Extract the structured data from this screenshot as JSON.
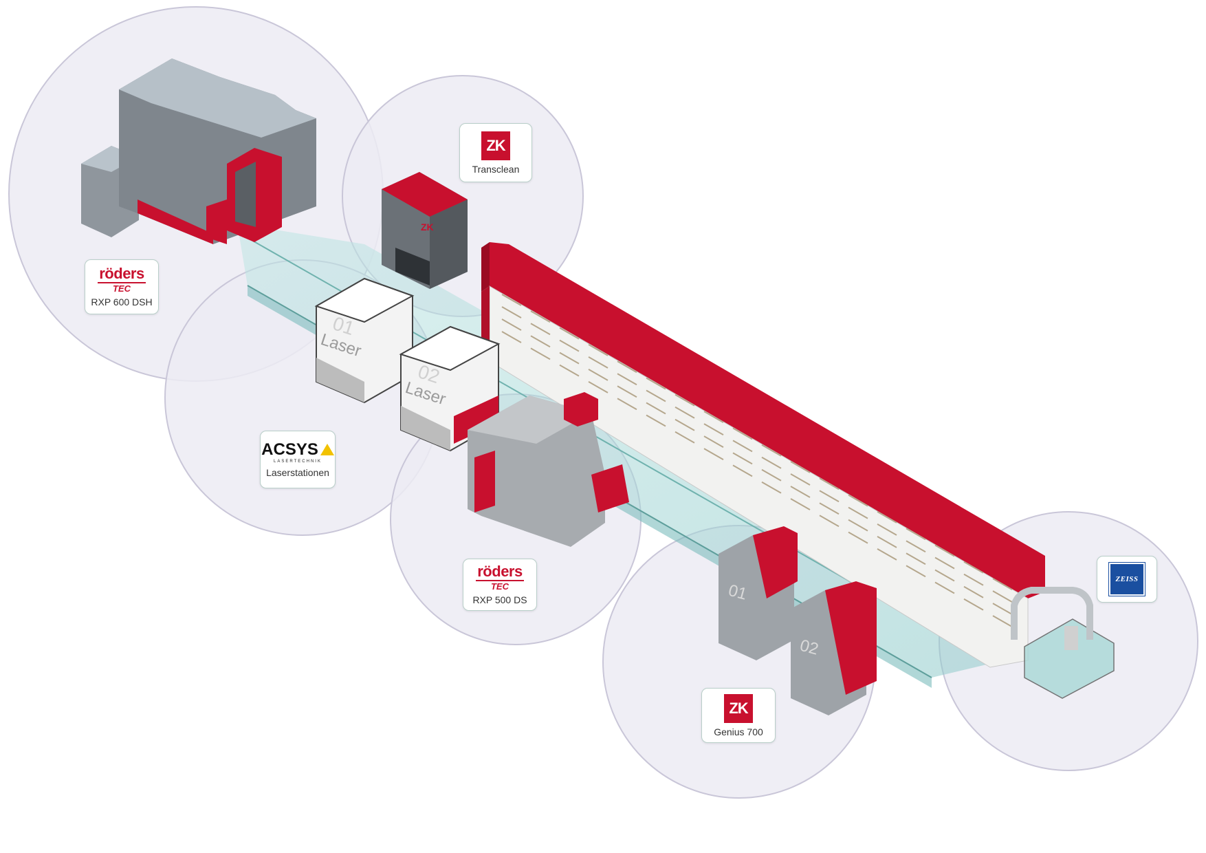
{
  "diagram": {
    "stations": [
      {
        "id": "roders-rxp600",
        "logo": "roders-tec-logo",
        "logo_text_top": "röders",
        "logo_text_bottom": "TEC",
        "caption": "RXP 600 DSH"
      },
      {
        "id": "zk-transclean",
        "logo": "zk-logo",
        "logo_text": "ZK",
        "caption": "Transclean"
      },
      {
        "id": "acsys-laser",
        "logo": "acsys-logo",
        "logo_text": "ACSYS",
        "logo_subtext": "LASERTECHNIK",
        "caption": "Laserstationen"
      },
      {
        "id": "roders-rxp500",
        "logo": "roders-tec-logo",
        "logo_text_top": "röders",
        "logo_text_bottom": "TEC",
        "caption": "RXP 500 DS"
      },
      {
        "id": "zk-genius",
        "logo": "zk-logo",
        "logo_text": "ZK",
        "caption": "Genius 700"
      },
      {
        "id": "zeiss-cmm",
        "logo": "zeiss-logo",
        "logo_text": "ZEISS",
        "caption": ""
      }
    ],
    "machine_labels": {
      "laser_1": "Laser",
      "laser_1_num": "01",
      "laser_2": "Laser",
      "laser_2_num": "02",
      "genius_1_num": "01",
      "genius_2_num": "02"
    },
    "colors": {
      "brand_red": "#c8102e",
      "circle_fill": "#ecebf3",
      "circle_stroke": "#c9c6d8",
      "machine_grey": "#9ea3a8",
      "glass": "#a9d8d6",
      "zeiss_blue": "#1a4fa0",
      "acsys_yellow": "#f2c200"
    }
  }
}
